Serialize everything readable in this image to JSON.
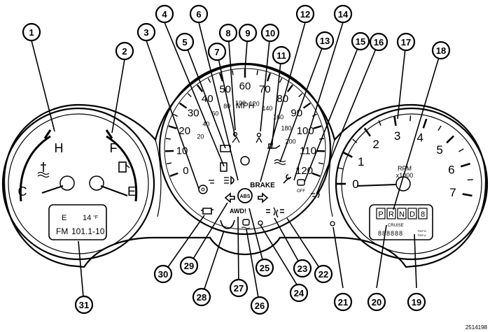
{
  "figure_id": "2514198",
  "fuel_gauge": {
    "empty": "E",
    "full": "F"
  },
  "temp_gauge": {
    "cold": "C",
    "hot": "H"
  },
  "odometer_display": {
    "line1_left": "E",
    "line1_right": "14",
    "unit": "°F",
    "line2_left": "FM",
    "line2_right": "101.1-10"
  },
  "speedometer": {
    "mph_label": "MPH",
    "mph_ticks": [
      "0",
      "10",
      "20",
      "30",
      "40",
      "50",
      "60",
      "70",
      "80",
      "90",
      "100",
      "110",
      "120"
    ],
    "kmh_ticks": [
      "20",
      "40",
      "60",
      "80",
      "100",
      "120",
      "140",
      "160",
      "180",
      "200"
    ],
    "brake_label": "BRAKE",
    "abs_label": "ABS",
    "awd_label": "AWD!",
    "off_label": "OFF"
  },
  "tachometer": {
    "label": "RPM",
    "scale_label": "x1000",
    "ticks": [
      "0",
      "1",
      "2",
      "3",
      "4",
      "5",
      "6",
      "7"
    ]
  },
  "gear_display": {
    "gears": [
      "P",
      "R",
      "N",
      "D",
      "8"
    ],
    "cruise": "CRUISE",
    "trip_value": "888888",
    "trip_a": "TRIP A",
    "trip_b": "TRIP B"
  },
  "callouts": [
    "1",
    "2",
    "3",
    "4",
    "5",
    "6",
    "7",
    "8",
    "9",
    "10",
    "11",
    "12",
    "13",
    "14",
    "15",
    "16",
    "17",
    "18",
    "19",
    "20",
    "21",
    "22",
    "23",
    "24",
    "25",
    "26",
    "27",
    "28",
    "29",
    "30",
    "31"
  ]
}
